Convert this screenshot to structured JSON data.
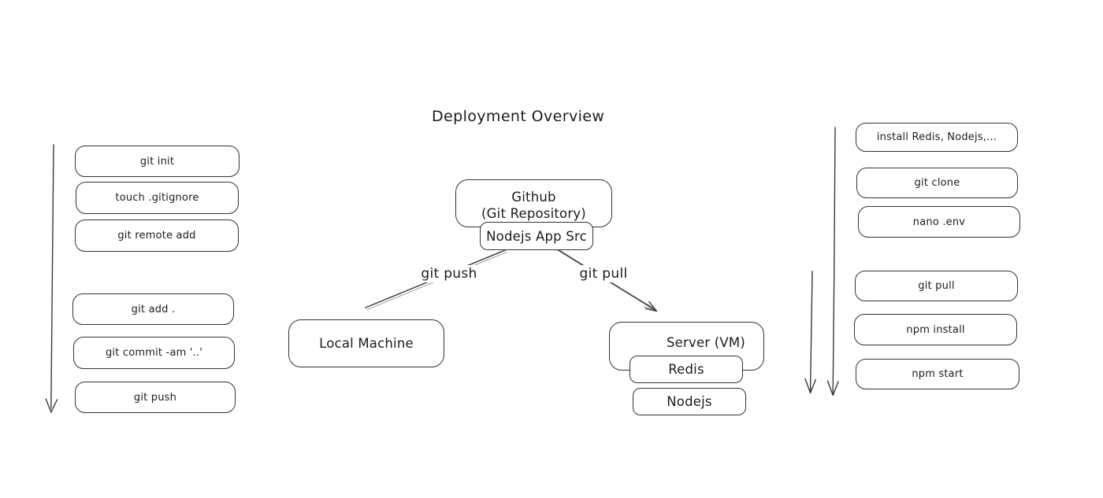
{
  "title": "Deployment Overview",
  "colors": {
    "stroke": "#333333",
    "text": "#1c1c1c",
    "background": "#ffffff"
  },
  "left_column": {
    "setup_steps": [
      "git init",
      "touch .gitignore",
      "git remote add"
    ],
    "publish_steps": [
      "git add .",
      "git commit -am '..'",
      "git push"
    ]
  },
  "center": {
    "github_line1": "Github",
    "github_line2": "(Git Repository)",
    "nodejs_app_src": "Nodejs App Src",
    "local_machine": "Local Machine",
    "server": "Server (VM)",
    "redis": "Redis",
    "nodejs": "Nodejs",
    "git_push_label": "git push",
    "git_pull_label": "git pull"
  },
  "right_column": {
    "setup_steps": [
      "install Redis, Nodejs,...",
      "git clone",
      "nano .env"
    ],
    "deploy_steps": [
      "git pull",
      "npm install",
      "npm start"
    ]
  }
}
